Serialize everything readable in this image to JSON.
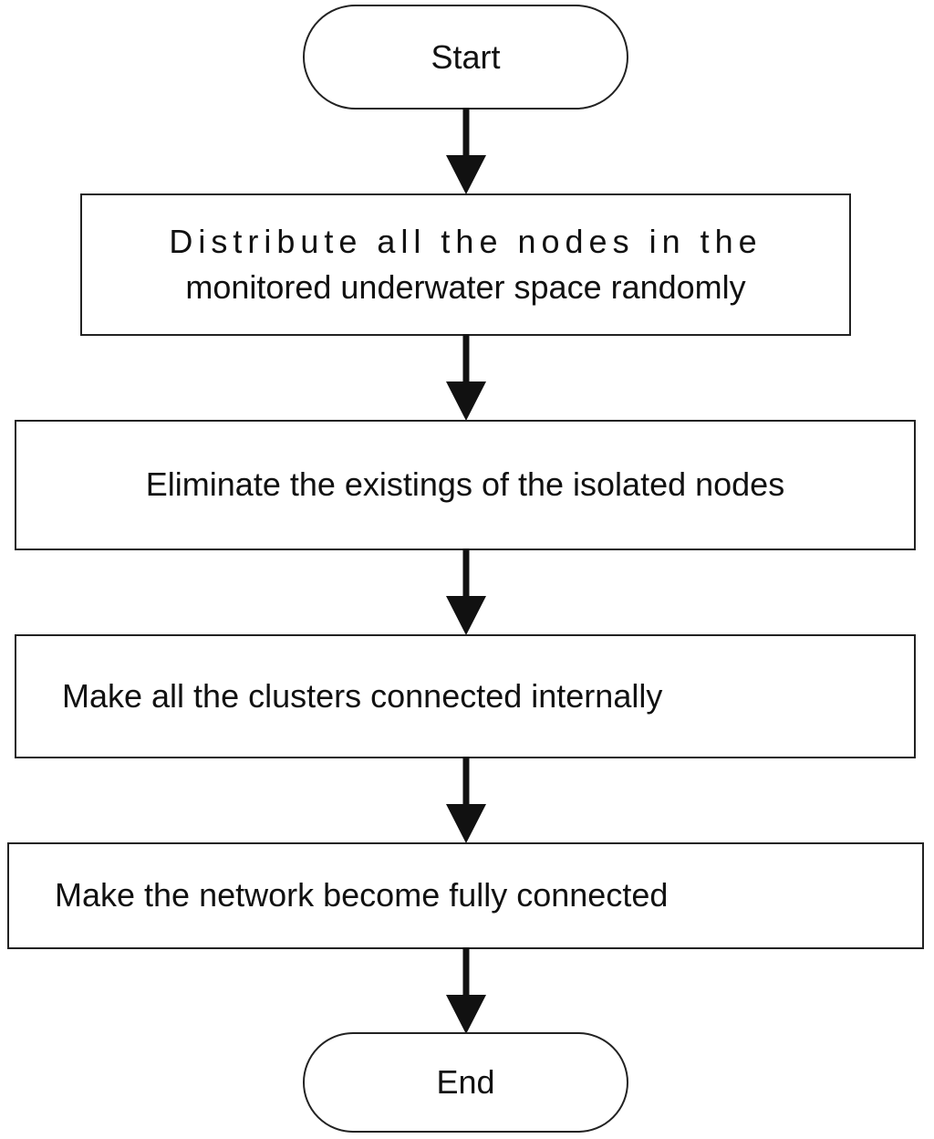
{
  "flowchart": {
    "start": "Start",
    "step1": {
      "line1": "Distribute all the nodes in the",
      "line2": "monitored underwater space randomly"
    },
    "step2": "Eliminate the existings of the isolated nodes",
    "step3": "Make all the clusters connected internally",
    "step4": "Make the network become fully connected",
    "end": "End"
  },
  "colors": {
    "stroke": "#222222",
    "arrow": "#111111",
    "background": "#ffffff"
  }
}
